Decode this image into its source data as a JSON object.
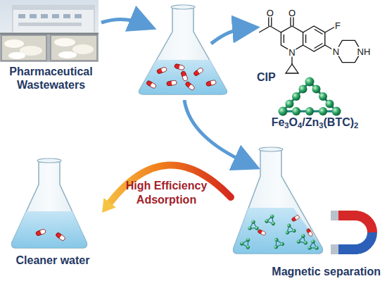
{
  "diagram": {
    "nodes": [
      {
        "text": [
          "Pharmaceutical Wastewaters"
        ]
      },
      {
        "text": [
          "CIP"
        ]
      },
      {
        "text": [
          "Fe3O4/Zn3(BTC)2"
        ]
      },
      {
        "text": [
          "Magnetic separation"
        ]
      },
      {
        "text": [
          "Cleaner water"
        ]
      }
    ],
    "edges": [
      {
        "from": 3,
        "to": 4,
        "arrow": "to",
        "label": "High Efficiency Adsorption"
      }
    ],
    "labels": [
      "O",
      "O",
      "F",
      "N",
      "N",
      "NH"
    ]
  }
}
